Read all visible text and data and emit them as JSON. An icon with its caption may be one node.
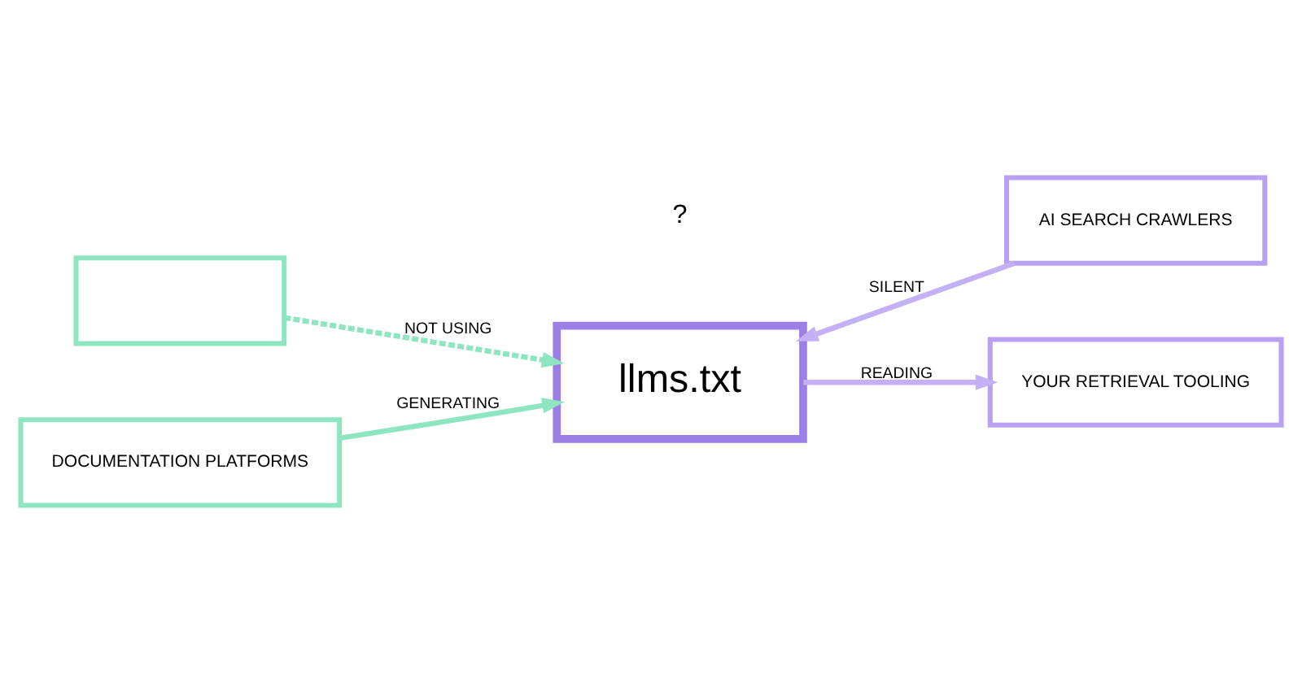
{
  "diagram": {
    "nodes": [
      {
        "text": [],
        "shape": "box"
      },
      {
        "text": [
          "AI SEARCH CRAWLERS"
        ]
      },
      {
        "text": [
          "llms.txt"
        ]
      },
      {
        "text": [
          "DOCUMENTATION PLATFORMS"
        ]
      },
      {
        "text": [
          "YOUR RETRIEVAL TOOLING"
        ]
      }
    ],
    "edges": [
      {
        "from": 0,
        "to": 2,
        "arrow": "to",
        "label": "NOT USING",
        "style": "dashed",
        "color": "#8ee6c0"
      },
      {
        "from": 1,
        "to": 2,
        "arrow": "to",
        "label": "SILENT",
        "color": "#c4b0f4"
      },
      {
        "from": 3,
        "to": 2,
        "arrow": "to",
        "label": "GENERATING",
        "color": "#8ee6c0"
      },
      {
        "from": 2,
        "to": 4,
        "arrow": "to",
        "label": "READING",
        "color": "#c4b0f4"
      }
    ],
    "labels": [
      "?"
    ]
  }
}
